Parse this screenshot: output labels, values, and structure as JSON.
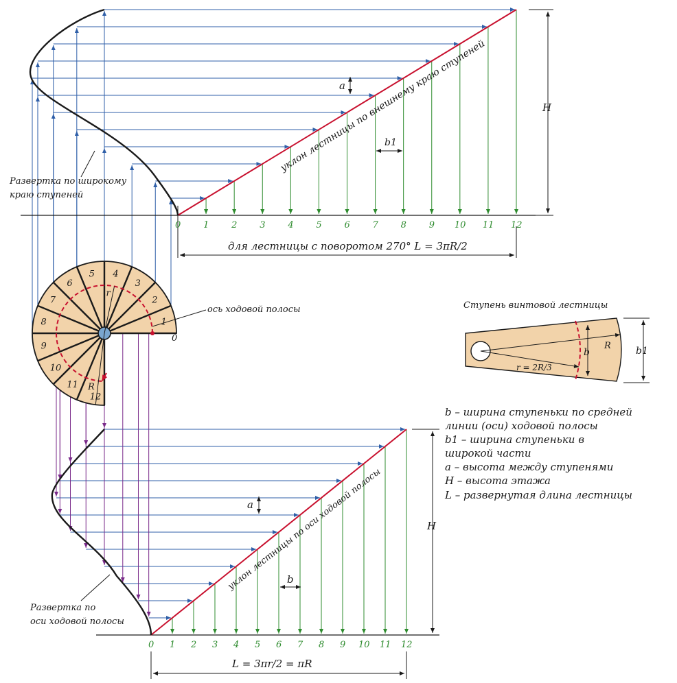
{
  "top": {
    "slope_label": "уклон лестницы по внешнему краю ступеней",
    "unfold_label_line1": "Развертка по широкому",
    "unfold_label_line2": "краю ступеней",
    "a_label": "a",
    "b1_label": "b1",
    "H_label": "H",
    "length_text": "для лестницы с поворотом 270°  L = 3πR/2",
    "step_numbers": [
      "0",
      "1",
      "2",
      "3",
      "4",
      "5",
      "6",
      "7",
      "8",
      "9",
      "10",
      "11",
      "12"
    ]
  },
  "plan": {
    "axis_label": "ось ходовой полосы",
    "r_label": "r",
    "R_label": "R",
    "step_numbers": [
      "0",
      "1",
      "2",
      "3",
      "4",
      "5",
      "6",
      "7",
      "8",
      "9",
      "10",
      "11",
      "12"
    ]
  },
  "tread": {
    "title": "Ступень винтовой лестницы",
    "R_label": "R",
    "r_label": "r = 2R/3",
    "b_label": "b",
    "b1_label": "b1"
  },
  "legend": [
    "b – ширина ступеньки по средней",
    "линии (оси) ходовой полосы",
    "b1 – ширина ступеньки в",
    "широкой части",
    "a – высота между ступенями",
    "H – высота этажа",
    "L – развернутая длина лестницы"
  ],
  "bottom": {
    "slope_label": "уклон лестницы по оси ходовой полосы",
    "unfold_label_line1": "Развертка по",
    "unfold_label_line2": "оси ходовой полосы",
    "a_label": "a",
    "b_label": "b",
    "H_label": "H",
    "length_text": "L = 3πr/2 = πR",
    "step_numbers": [
      "0",
      "1",
      "2",
      "3",
      "4",
      "5",
      "6",
      "7",
      "8",
      "9",
      "10",
      "11",
      "12"
    ]
  },
  "colors": {
    "slope": "#c8102e",
    "horizontal": "#2f5fa8",
    "vertical": "#2e8b2e",
    "projection": "#7a2a8a",
    "tread_fill": "#f2d3aa",
    "curve": "#1a1a1a"
  }
}
